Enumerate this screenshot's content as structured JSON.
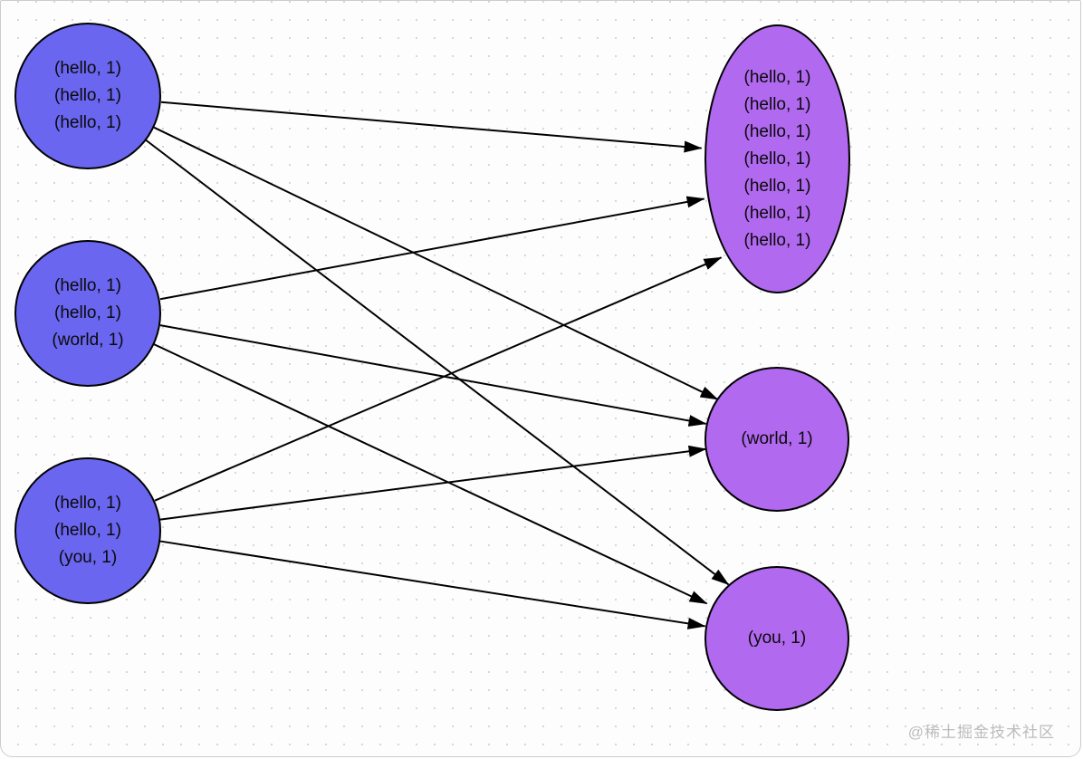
{
  "diagram": {
    "colors": {
      "left_node_fill": "#6a66f0",
      "right_node_fill": "#b169f0",
      "node_border": "#000000",
      "edge": "#000000",
      "background_dot": "#d7d7d7",
      "watermark_text": "#bcbcbc"
    },
    "nodes": {
      "map1": {
        "lines": [
          "(hello, 1)",
          "(hello, 1)",
          "(hello, 1)"
        ]
      },
      "map2": {
        "lines": [
          "(hello, 1)",
          "(hello, 1)",
          "(world, 1)"
        ]
      },
      "map3": {
        "lines": [
          "(hello, 1)",
          "(hello, 1)",
          "(you, 1)"
        ]
      },
      "reduce_hello": {
        "lines": [
          "(hello, 1)",
          "(hello, 1)",
          "(hello, 1)",
          "(hello, 1)",
          "(hello, 1)",
          "(hello, 1)",
          "(hello, 1)"
        ]
      },
      "reduce_world": {
        "lines": [
          "(world, 1)"
        ]
      },
      "reduce_you": {
        "lines": [
          "(you, 1)"
        ]
      }
    },
    "edges": [
      {
        "from": "map1",
        "to": "reduce_hello"
      },
      {
        "from": "map1",
        "to": "reduce_world"
      },
      {
        "from": "map1",
        "to": "reduce_you"
      },
      {
        "from": "map2",
        "to": "reduce_hello"
      },
      {
        "from": "map2",
        "to": "reduce_world"
      },
      {
        "from": "map2",
        "to": "reduce_you"
      },
      {
        "from": "map3",
        "to": "reduce_hello"
      },
      {
        "from": "map3",
        "to": "reduce_world"
      },
      {
        "from": "map3",
        "to": "reduce_you"
      }
    ],
    "watermark": "@稀土掘金技术社区"
  }
}
